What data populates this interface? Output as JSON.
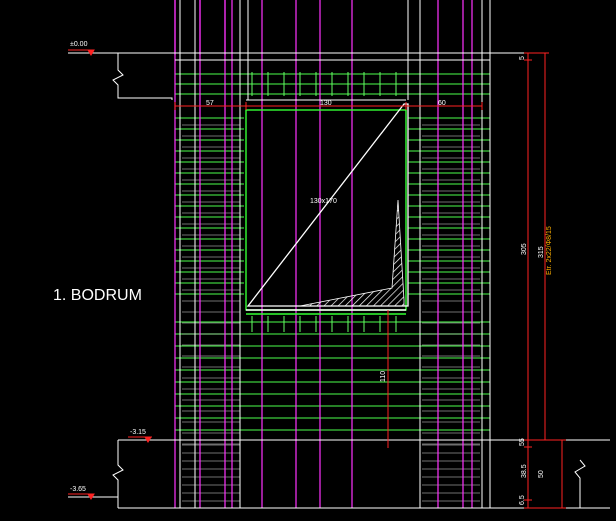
{
  "title": "1. BODRUM",
  "levels": {
    "top": "±0.00",
    "mid": "-3.15",
    "bottom": "-3.65"
  },
  "opening": {
    "size_label": "130x170",
    "dims": {
      "left": "57",
      "center": "130",
      "right": "60"
    },
    "sill_height": "110"
  },
  "right_dims": {
    "d5": "5",
    "d305": "305",
    "d315": "315",
    "d55": "55",
    "d385": "38.5",
    "d50": "50",
    "d65": "6.5"
  },
  "rebar_note": "Etr. 2x22/Φ8/15",
  "colors": {
    "background": "#000000",
    "magenta": "#ff00ff",
    "green": "#33ff33",
    "white": "#ffffff",
    "red": "#ff2222",
    "orange": "#ffb000",
    "gray": "#aaaaaa"
  }
}
